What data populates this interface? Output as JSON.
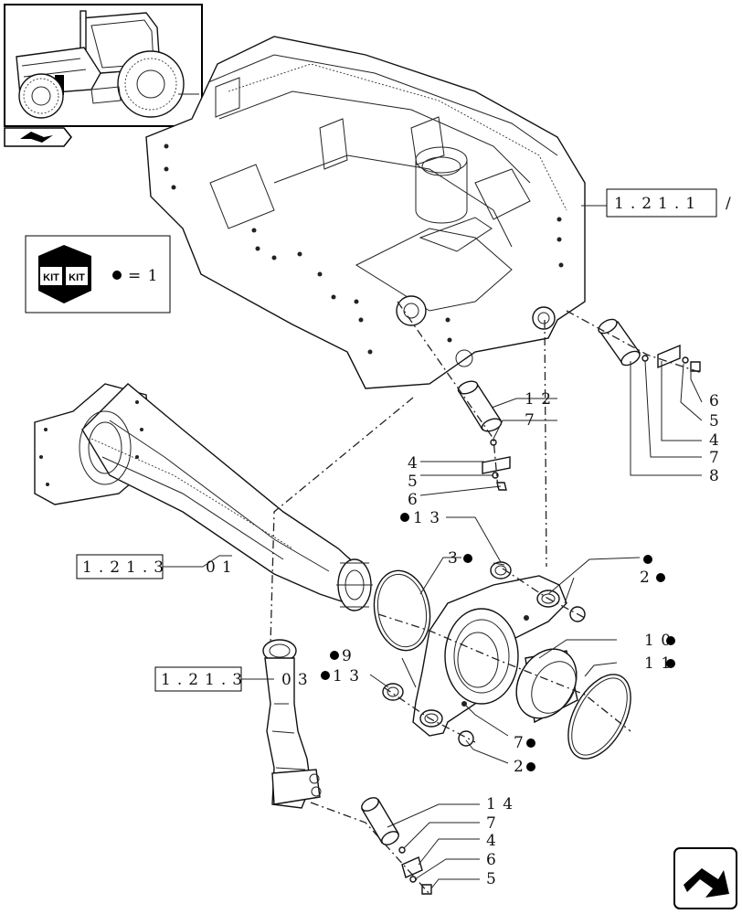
{
  "kit_legend": {
    "equals_text": "= 1"
  },
  "kit_icon_text": [
    "KIT",
    "KIT"
  ],
  "references": {
    "top_right": "1.21.1",
    "top_right_suffix": "/",
    "left_upper": "1.21.3",
    "left_upper_suffix": "01",
    "left_lower": "1.21.3",
    "left_lower_suffix": "03"
  },
  "callouts": {
    "c12": "1 2",
    "c7a": "7",
    "c4a": "4",
    "c5a": "5",
    "c6a": "6",
    "c13a": "1 3",
    "c3": "3",
    "c2a": "2",
    "c9": "9",
    "c13b": "1 3",
    "c10": "1 0",
    "c11": "1 1",
    "c7b": "7",
    "c2b": "2",
    "r6": "6",
    "r5": "5",
    "r4": "4",
    "r7": "7",
    "r8": "8",
    "c14": "1 4",
    "b7": "7",
    "b4": "4",
    "b6": "6",
    "b5": "5"
  }
}
